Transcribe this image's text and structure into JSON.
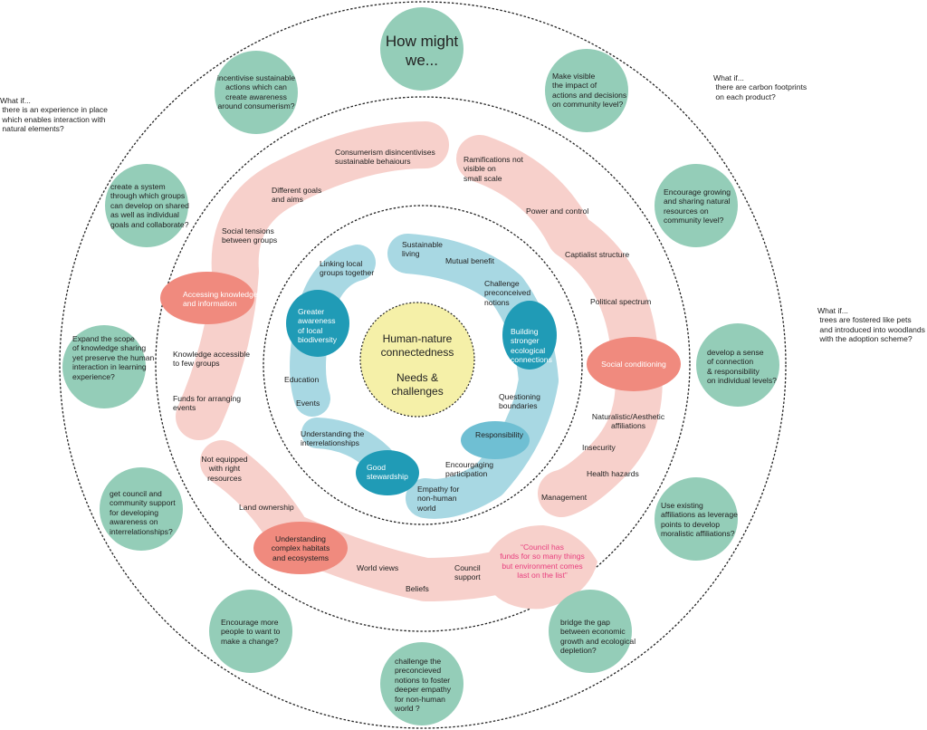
{
  "colors": {
    "green": "#94cdb8",
    "pink_blob": "#f7d0cb",
    "salmon": "#f08a7e",
    "light_blue": "#a8d8e3",
    "teal": "#209bb6",
    "mid_blue": "#6fbfd3",
    "yellow": "#f5f0a8",
    "quote": "#e83e7e"
  },
  "center": {
    "title": "Human-nature\nconnectedness",
    "subtitle": "Needs &\nchallenges"
  },
  "hmw_title": "How might\nwe...",
  "what_ifs": [
    "What if...\n there is an experience in place\n which enables interaction with\n natural elements?",
    "What if...\n there are carbon footprints\n on each product?",
    "What if...\n trees are fostered like pets\n and introduced into woodlands\n with the adoption scheme?"
  ],
  "hmw": [
    "incentivise sustainable\nactions which can\ncreate awareness\naround consumerism?",
    "Make visible\nthe impact of\nactions and decisions\non community level?",
    "create a system\nthrough which groups\ncan develop on shared\nas well as individual\ngoals and collaborate?",
    "Encourage growing\nand sharing natural\nresources on\ncommunity level?",
    "Expand the scope\nof knowledge sharing\nyet preserve the human\ninteraction in learning\nexperience?",
    "develop a sense\nof connection\n& responsibility\non individual levels?",
    "get council and\ncommunity support\nfor developing\nawareness on\ninterrelationships?",
    "Use existing\naffiliations as leverage\npoints to develop\nmoralistic affiliations?",
    "Encourage more\npeople to want to\nmake a change?",
    "bridge the gap\nbetween economic\ngrowth and ecological\ndepletion?",
    "challenge the\npreconcieved\nnotions to foster\ndeeper empathy\nfor non-human\nworld ?"
  ],
  "challenges": {
    "key": [
      "Accessing knowledge\nand information",
      "Social conditioning",
      "Understanding\ncomplex habitats\nand ecosystems"
    ],
    "items": [
      "Consumerism disincentivises\nsustainable behaiours",
      "Different goals\nand aims",
      "Social tensions\nbetween groups",
      "Knowledge accessible\nto few groups",
      "Funds for arranging\nevents",
      "Ramifications not\nvisible on\nsmall scale",
      "Power and control",
      "Captialist structure",
      "Political spectrum",
      "Naturalistic/Aesthetic\naffiliations",
      "Insecurity",
      "Health hazards",
      "Management",
      "Not equipped\nwith right\nresources",
      "Land ownership",
      "World views",
      "Beliefs",
      "Council\nsupport"
    ],
    "quote": "“Council has\nfunds for so many things\nbut environment comes\nlast on the list”"
  },
  "needs": {
    "key": [
      "Greater\nawareness\nof local\nbiodiversity",
      "Building\nstronger\necological\nconnections",
      "Good\nstewardship"
    ],
    "responsibility": "Responsibility",
    "items": [
      "Linking local\ngroups together",
      "Sustainable\nliving",
      "Mutual benefit",
      "Challenge\npreconceived\nnotions",
      "Education",
      "Events",
      "Questioning\nboundaries",
      "Understanding the\ninterrelationships",
      "Encourgaging\nparticipation",
      "Empathy for\nnon-human\nworld"
    ]
  }
}
